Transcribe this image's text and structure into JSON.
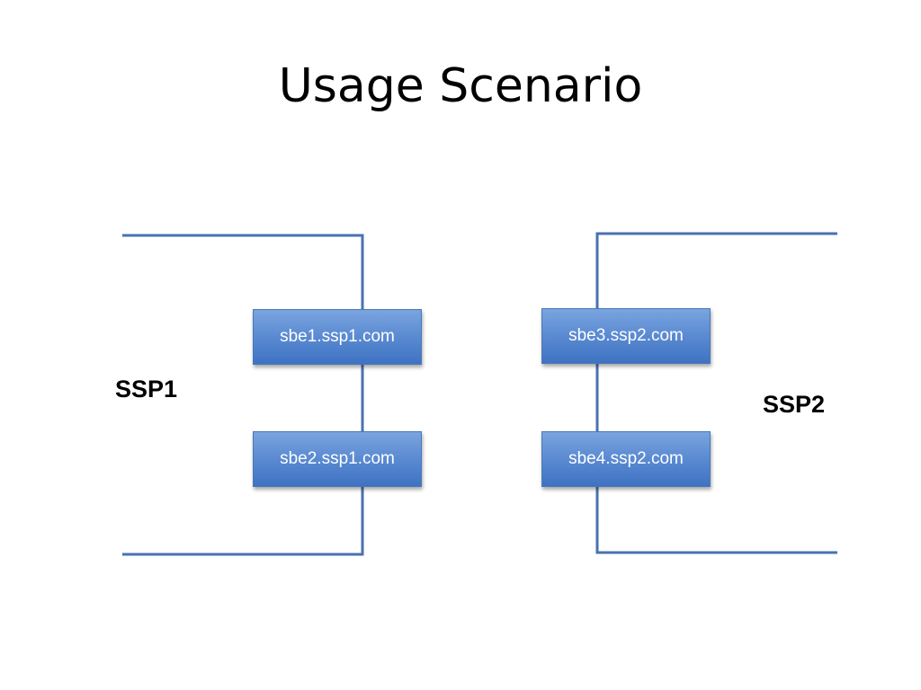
{
  "slide": {
    "title": "Usage Scenario"
  },
  "diagram": {
    "line_color": "#4a72b0",
    "box_color": "#5a8ad2",
    "domains": [
      {
        "id": "ssp1",
        "label": "SSP1"
      },
      {
        "id": "ssp2",
        "label": "SSP2"
      }
    ],
    "nodes": [
      {
        "id": "sbe1",
        "label": "sbe1.ssp1.com",
        "domain": "ssp1"
      },
      {
        "id": "sbe2",
        "label": "sbe2.ssp1.com",
        "domain": "ssp1"
      },
      {
        "id": "sbe3",
        "label": "sbe3.ssp2.com",
        "domain": "ssp2"
      },
      {
        "id": "sbe4",
        "label": "sbe4.ssp2.com",
        "domain": "ssp2"
      }
    ]
  }
}
